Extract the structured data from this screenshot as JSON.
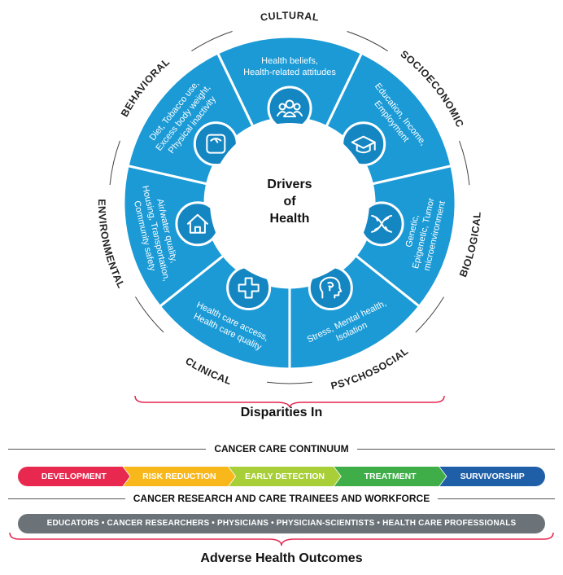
{
  "wheel": {
    "center_lines": [
      "Drivers",
      "of",
      "Health"
    ],
    "segments": [
      {
        "category": "CULTURAL",
        "text": [
          "Health beliefs,",
          "Health-related attitudes"
        ],
        "icon": "people-group-icon"
      },
      {
        "category": "SOCIOECONOMIC",
        "text": [
          "Education, Income,",
          "Employment"
        ],
        "icon": "graduation-cap-icon"
      },
      {
        "category": "BIOLOGICAL",
        "text": [
          "Genetic,",
          "Epigenetic, Tumor",
          "microenvironment"
        ],
        "icon": "dna-icon"
      },
      {
        "category": "PSYCHOSOCIAL",
        "text": [
          "Stress, Mental health,",
          "Isolation"
        ],
        "icon": "head-mind-icon"
      },
      {
        "category": "CLINICAL",
        "text": [
          "Health care access,",
          "Health care quality"
        ],
        "icon": "medical-cross-icon"
      },
      {
        "category": "ENVIRONMENTAL",
        "text": [
          "Air/water quality,",
          "Housing, Transportation,",
          "Community safety"
        ],
        "icon": "house-icon"
      },
      {
        "category": "BEHAVIORAL",
        "text": [
          "Diet, Tobacco use,",
          "Excess body weight,",
          "Physical inactivity"
        ],
        "icon": "scale-icon"
      }
    ],
    "colors": {
      "segment": "#1b9ad6",
      "icon_fill": "#1486c2",
      "bracket": "#e4274f"
    }
  },
  "disparities_title": "Disparities In",
  "continuum": {
    "label": "CANCER CARE CONTINUUM",
    "stages": [
      {
        "label": "DEVELOPMENT",
        "color": "#e8284e",
        "text_color": "#ffffff"
      },
      {
        "label": "RISK REDUCTION",
        "color": "#f8b81c",
        "text_color": "#ffffff"
      },
      {
        "label": "EARLY DETECTION",
        "color": "#a8cf38",
        "text_color": "#ffffff"
      },
      {
        "label": "TREATMENT",
        "color": "#3fae49",
        "text_color": "#ffffff"
      },
      {
        "label": "SURVIVORSHIP",
        "color": "#1f5fa8",
        "text_color": "#ffffff"
      }
    ]
  },
  "workforce": {
    "label": "CANCER RESEARCH AND CARE TRAINEES AND WORKFORCE",
    "items": "EDUCATORS • CANCER RESEARCHERS • PHYSICIANS • PHYSICIAN-SCIENTISTS • HEALTH CARE PROFESSIONALS"
  },
  "outcomes_title": "Adverse Health Outcomes"
}
